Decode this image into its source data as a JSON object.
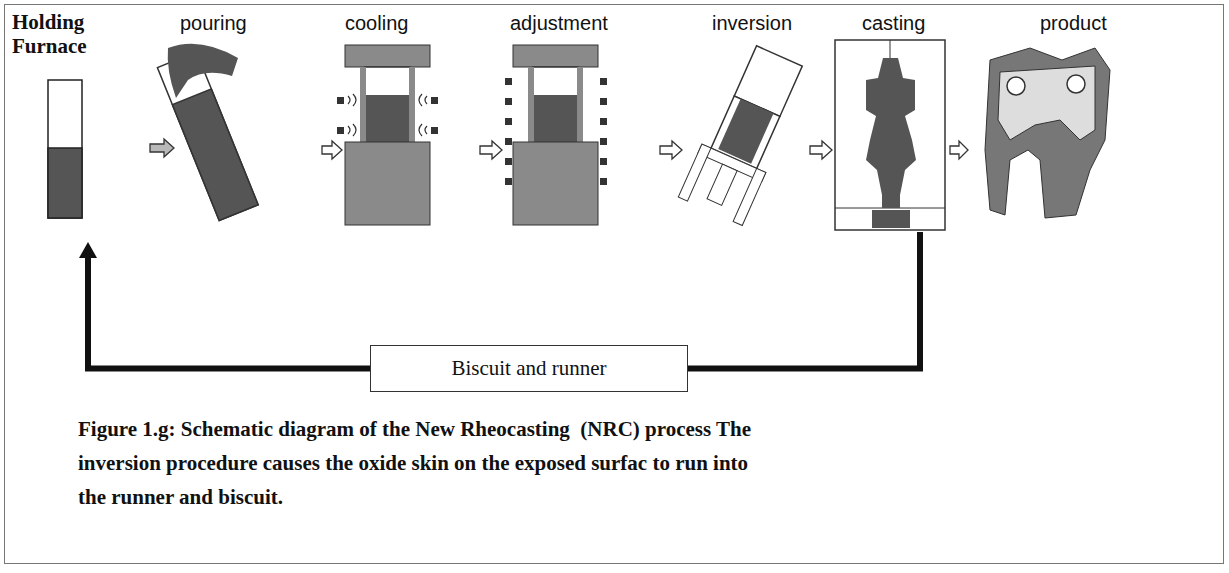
{
  "diagram": {
    "caption": "Figure 1.g: Schematic diagram of the New Rheocasting  (NRC) process The inversion procedure causes the oxide skin on the exposed surfac to run into the runner and biscuit.",
    "nodes": [
      {
        "text": [
          "Holding Furnace"
        ]
      },
      {
        "text": [
          "pouring"
        ]
      },
      {
        "text": [
          "cooling"
        ]
      },
      {
        "text": [
          "adjustment"
        ]
      },
      {
        "text": [
          "inversion"
        ]
      },
      {
        "text": [
          "casting"
        ]
      },
      {
        "text": [
          "product"
        ]
      },
      {
        "text": [
          "Biscuit and runner"
        ]
      }
    ],
    "edges": [
      {
        "from": 0,
        "to": 1,
        "arrow": "to"
      },
      {
        "from": 1,
        "to": 2,
        "arrow": "to"
      },
      {
        "from": 2,
        "to": 3,
        "arrow": "to"
      },
      {
        "from": 3,
        "to": 4,
        "arrow": "to"
      },
      {
        "from": 4,
        "to": 5,
        "arrow": "to"
      },
      {
        "from": 5,
        "to": 6,
        "arrow": "to"
      },
      {
        "from": 5,
        "to": 7,
        "arrow": "none"
      },
      {
        "from": 7,
        "to": 0,
        "arrow": "to"
      }
    ]
  }
}
